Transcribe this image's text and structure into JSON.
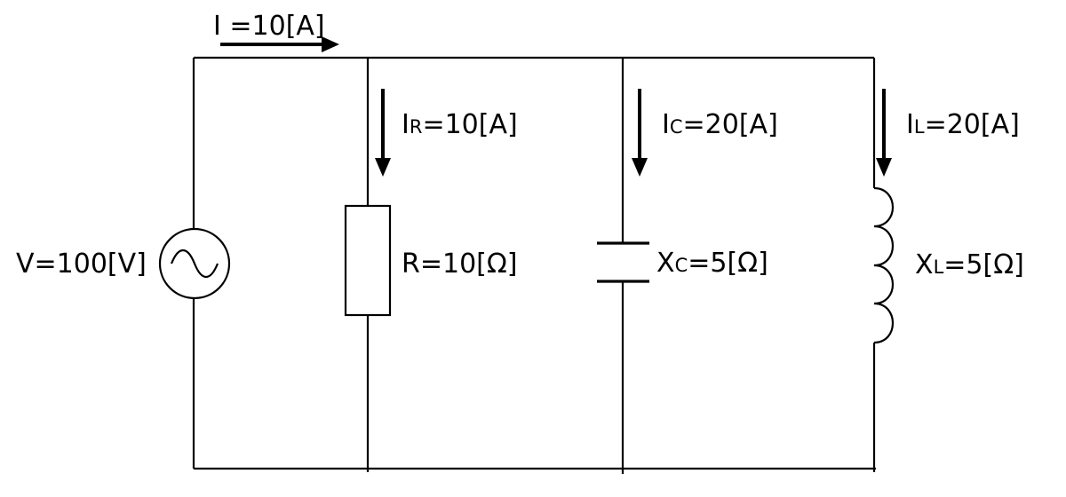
{
  "source": {
    "label": "V=100[V]"
  },
  "total_current": {
    "label": "I =10[A]"
  },
  "resistor": {
    "current_main": "I",
    "current_sub": "R",
    "current_value": "=10[A]",
    "label": "R=10[Ω]"
  },
  "capacitor": {
    "current_main": "I",
    "current_sub": "C",
    "current_value": "=20[A]",
    "label_main": "X",
    "label_sub": "C",
    "label_value": "=5[Ω]"
  },
  "inductor": {
    "current_main": "I",
    "current_sub": "L",
    "current_value": "=20[A]",
    "label_main": "X",
    "label_sub": "L",
    "label_value": "=5[Ω]"
  }
}
